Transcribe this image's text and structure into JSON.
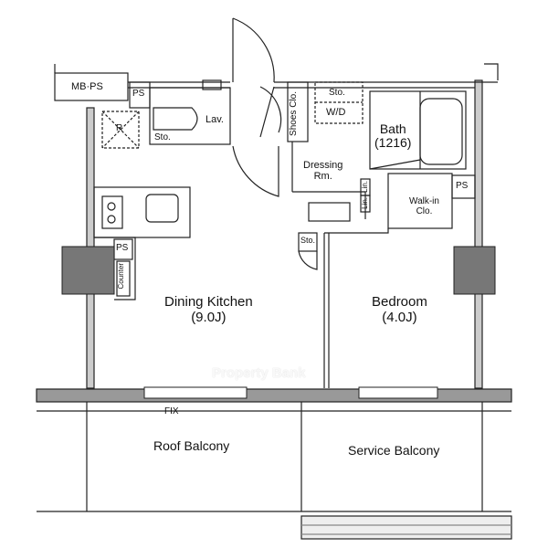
{
  "plan": {
    "rooms": {
      "mbps": "MB·PS",
      "ps1": "PS",
      "ps2": "PS",
      "ps3": "PS",
      "r": "R",
      "sto_lav": "Sto.",
      "lav": "Lav.",
      "shoes1": "Shoes",
      "shoes2": "Clo.",
      "sto_top": "Sto.",
      "wd": "W/D",
      "bath": "Bath",
      "bath_size": "(1216)",
      "dressing1": "Dressing",
      "dressing2": "Rm.",
      "lin1": "Lin.",
      "lin2": "Lin.",
      "walkin1": "Walk-in",
      "walkin2": "Clo.",
      "sto_mid": "Sto.",
      "counter": "Counter",
      "dining": "Dining Kitchen",
      "dining_size": "(9.0J)",
      "bedroom": "Bedroom",
      "bedroom_size": "(4.0J)",
      "fix": "FIX",
      "roof_balcony": "Roof Balcony",
      "service_balcony": "Service Balcony"
    },
    "watermark": "Property Bank",
    "colors": {
      "wall": "#8c8c8c",
      "column": "#777777",
      "slab": "#999999",
      "line": "#222222"
    }
  }
}
